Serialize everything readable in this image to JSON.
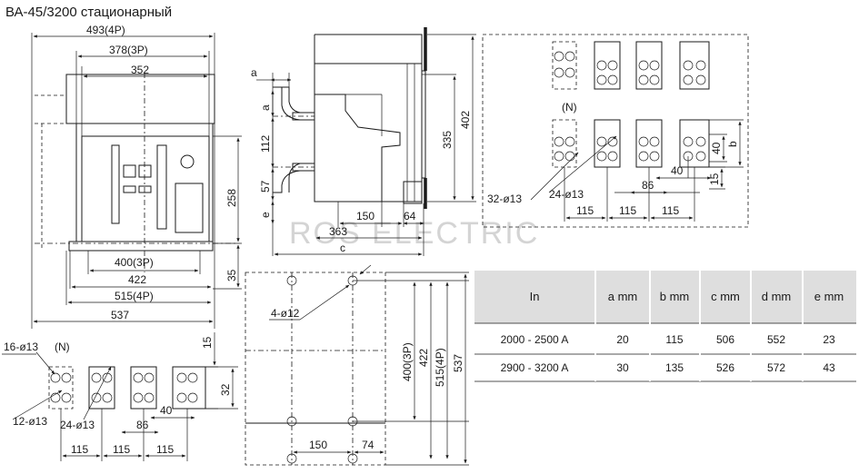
{
  "title": "ВА-45/3200 стационарный",
  "watermark": "ROS ELECTRIC",
  "front_view": {
    "dim_493": "493(4P)",
    "dim_378": "378(3P)",
    "dim_352": "352",
    "dim_258": "258",
    "dim_35": "35",
    "dim_400": "400(3P)",
    "dim_422": "422",
    "dim_515": "515(4P)",
    "dim_537": "537"
  },
  "side_view": {
    "a": "a",
    "a2": "a",
    "d112": "112",
    "d57": "57",
    "e": "e",
    "d335": "335",
    "d402": "402",
    "d150": "150",
    "d64": "64",
    "d363": "363",
    "c": "c"
  },
  "terminals_top": {
    "N": "(N)",
    "h40": "40",
    "b": "b",
    "w40": "40",
    "w86": "86",
    "h15": "15",
    "holes32": "32-ø13",
    "holes24": "24-ø13",
    "s1": "115",
    "s2": "115",
    "s3": "115"
  },
  "terminals_bottom": {
    "holes16": "16-ø13",
    "N": "(N)",
    "h15": "15",
    "h32": "32",
    "w40": "40",
    "holes12": "12-ø13",
    "holes24": "24-ø13",
    "w86": "86",
    "s1": "115",
    "s2": "115",
    "s3": "115"
  },
  "mounting": {
    "holes": "4-ø12",
    "d400": "400(3P)",
    "d422": "422",
    "d515": "515(4P)",
    "d537": "537",
    "d150": "150",
    "d74": "74"
  },
  "table": {
    "headers": [
      "In",
      "a mm",
      "b mm",
      "c mm",
      "d mm",
      "e mm"
    ],
    "rows": [
      [
        "2000 - 2500 A",
        "20",
        "115",
        "506",
        "552",
        "23"
      ],
      [
        "2900 - 3200 A",
        "30",
        "135",
        "526",
        "572",
        "43"
      ]
    ]
  }
}
